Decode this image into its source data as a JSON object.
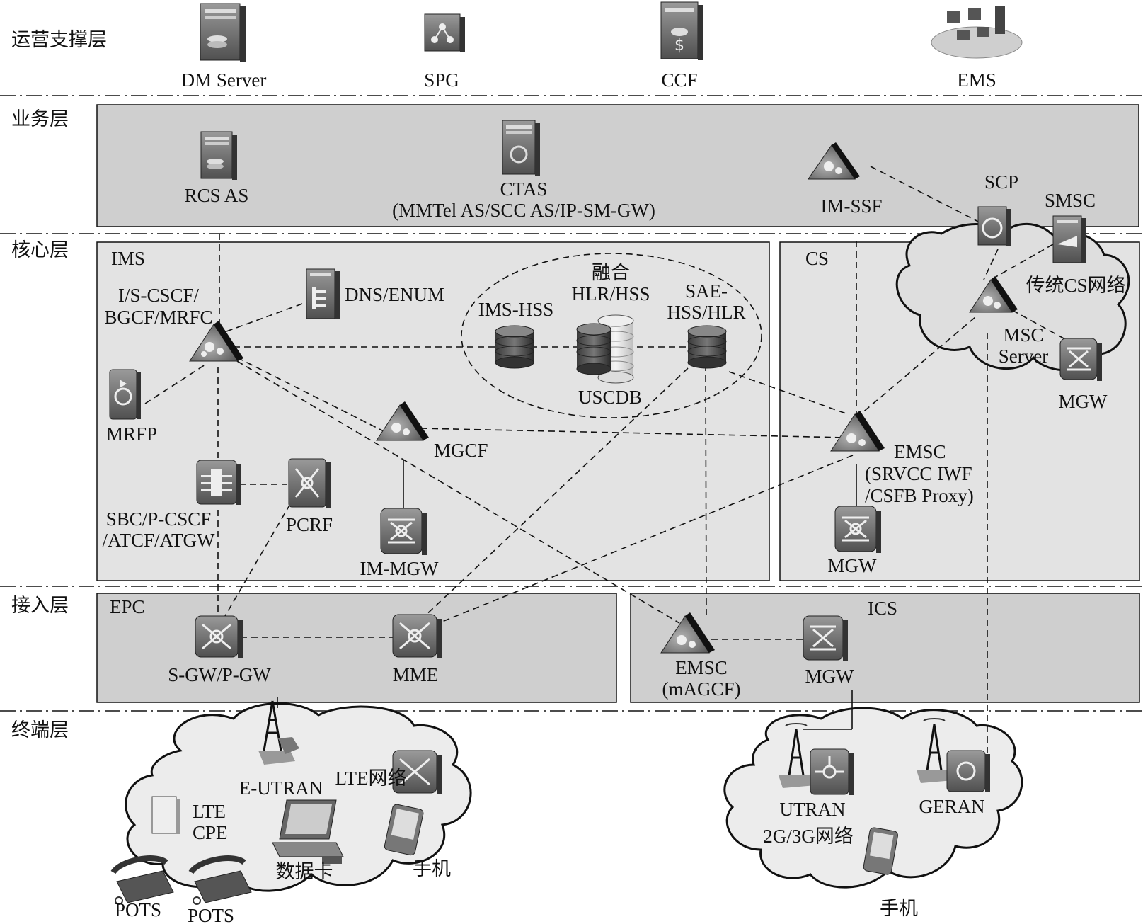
{
  "layers": [
    {
      "id": "oss",
      "label": "运营支撑层"
    },
    {
      "id": "service",
      "label": "业务层"
    },
    {
      "id": "core",
      "label": "核心层"
    },
    {
      "id": "access",
      "label": "接入层"
    },
    {
      "id": "terminal",
      "label": "终端层"
    }
  ],
  "zones": {
    "ims": "IMS",
    "cs": "CS",
    "epc": "EPC",
    "ics": "ICS",
    "converged_line1": "融合",
    "converged_line2": "HLR/HSS",
    "legacy_cs": "传统CS网络",
    "lte_network": "LTE网络",
    "g23_network": "2G/3G网络"
  },
  "oss_nodes": {
    "dm_server": "DM Server",
    "spg": "SPG",
    "ccf": "CCF",
    "ems": "EMS"
  },
  "service_nodes": {
    "rcs_as": "RCS AS",
    "ctas_line1": "CTAS",
    "ctas_line2": "(MMTel AS/SCC AS/IP-SM-GW)",
    "im_ssf": "IM-SSF",
    "scp": "SCP",
    "smsc": "SMSC"
  },
  "core_nodes": {
    "cscf_line1": "I/S-CSCF/",
    "cscf_line2": "BGCF/MRFC",
    "dns_enum": "DNS/ENUM",
    "ims_hss": "IMS-HSS",
    "sae_hss_line1": "SAE-",
    "sae_hss_line2": "HSS/HLR",
    "uscdb": "USCDB",
    "mrfp": "MRFP",
    "mgcf": "MGCF",
    "sbc_line1": "SBC/P-CSCF",
    "sbc_line2": "/ATCF/ATGW",
    "pcrf": "PCRF",
    "im_mgw": "IM-MGW",
    "emsc_line1": "EMSC",
    "emsc_line2": "(SRVCC IWF",
    "emsc_line3": "/CSFB Proxy)",
    "mgw_cs": "MGW",
    "msc_line1": "MSC",
    "msc_line2": "Server",
    "mgw_legacy": "MGW"
  },
  "access_nodes": {
    "sgw_pgw": "S-GW/P-GW",
    "mme": "MME",
    "emsc_magcf_line1": "EMSC",
    "emsc_magcf_line2": "(mAGCF)",
    "mgw_ics": "MGW"
  },
  "terminal_nodes": {
    "e_utran": "E-UTRAN",
    "lte_cpe_line1": "LTE",
    "lte_cpe_line2": "CPE",
    "data_card": "数据卡",
    "phone_lte": "手机",
    "pots_1": "POTS",
    "pots_2": "POTS",
    "utran": "UTRAN",
    "geran": "GERAN",
    "phone_23g": "手机"
  },
  "colors": {
    "layer_fill": "#cfcfcf",
    "inner_fill": "#e3e3e3",
    "icon_dark": "#4a4a4a",
    "icon_mid": "#8a8a8a",
    "line": "#111111"
  }
}
